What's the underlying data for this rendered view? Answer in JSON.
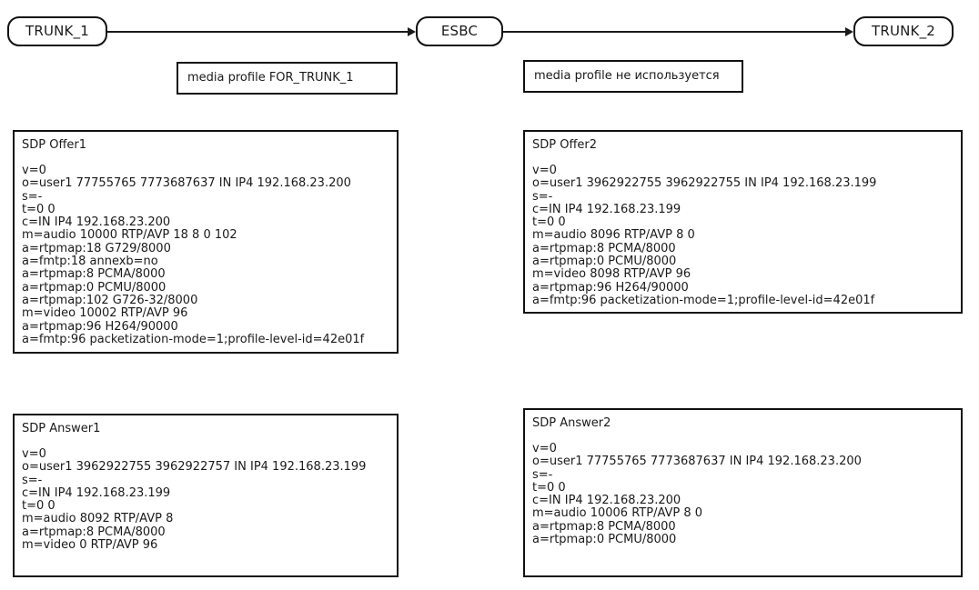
{
  "diagram": {
    "nodes": {
      "trunk1": "TRUNK_1",
      "esbc": "ESBC",
      "trunk2": "TRUNK_2"
    },
    "notes": {
      "trunk1_profile": "media profile FOR_TRUNK_1",
      "trunk2_profile": "media profile не используется"
    }
  },
  "panels": {
    "offer1": {
      "title": "SDP Offer1",
      "body": "v=0\no=user1 77755765 7773687637 IN IP4 192.168.23.200\ns=-\nt=0 0\nc=IN IP4 192.168.23.200\nm=audio 10000 RTP/AVP 18 8 0 102\na=rtpmap:18 G729/8000\na=fmtp:18 annexb=no\na=rtpmap:8 PCMA/8000\na=rtpmap:0 PCMU/8000\na=rtpmap:102 G726-32/8000\nm=video 10002 RTP/AVP 96\na=rtpmap:96 H264/90000\na=fmtp:96 packetization-mode=1;profile-level-id=42e01f"
    },
    "offer2": {
      "title": "SDP Offer2",
      "body": "v=0\no=user1 3962922755 3962922755 IN IP4 192.168.23.199\ns=-\nc=IN IP4 192.168.23.199\nt=0 0\nm=audio 8096 RTP/AVP 8 0\na=rtpmap:8 PCMA/8000\na=rtpmap:0 PCMU/8000\nm=video 8098 RTP/AVP 96\na=rtpmap:96 H264/90000\na=fmtp:96 packetization-mode=1;profile-level-id=42e01f"
    },
    "answer1": {
      "title": "SDP Answer1",
      "body": "v=0\no=user1 3962922755 3962922757 IN IP4 192.168.23.199\ns=-\nc=IN IP4 192.168.23.199\nt=0 0\nm=audio 8092 RTP/AVP 8\na=rtpmap:8 PCMA/8000\nm=video 0 RTP/AVP 96"
    },
    "answer2": {
      "title": "SDP Answer2",
      "body": "v=0\no=user1 77755765 7773687637 IN IP4 192.168.23.200\ns=-\nt=0 0\nc=IN IP4 192.168.23.200\nm=audio 10006 RTP/AVP 8 0\na=rtpmap:8 PCMA/8000\na=rtpmap:0 PCMU/8000"
    }
  },
  "colors": {
    "stroke": "#111111",
    "text": "#1a1a1a",
    "background": "#ffffff"
  }
}
